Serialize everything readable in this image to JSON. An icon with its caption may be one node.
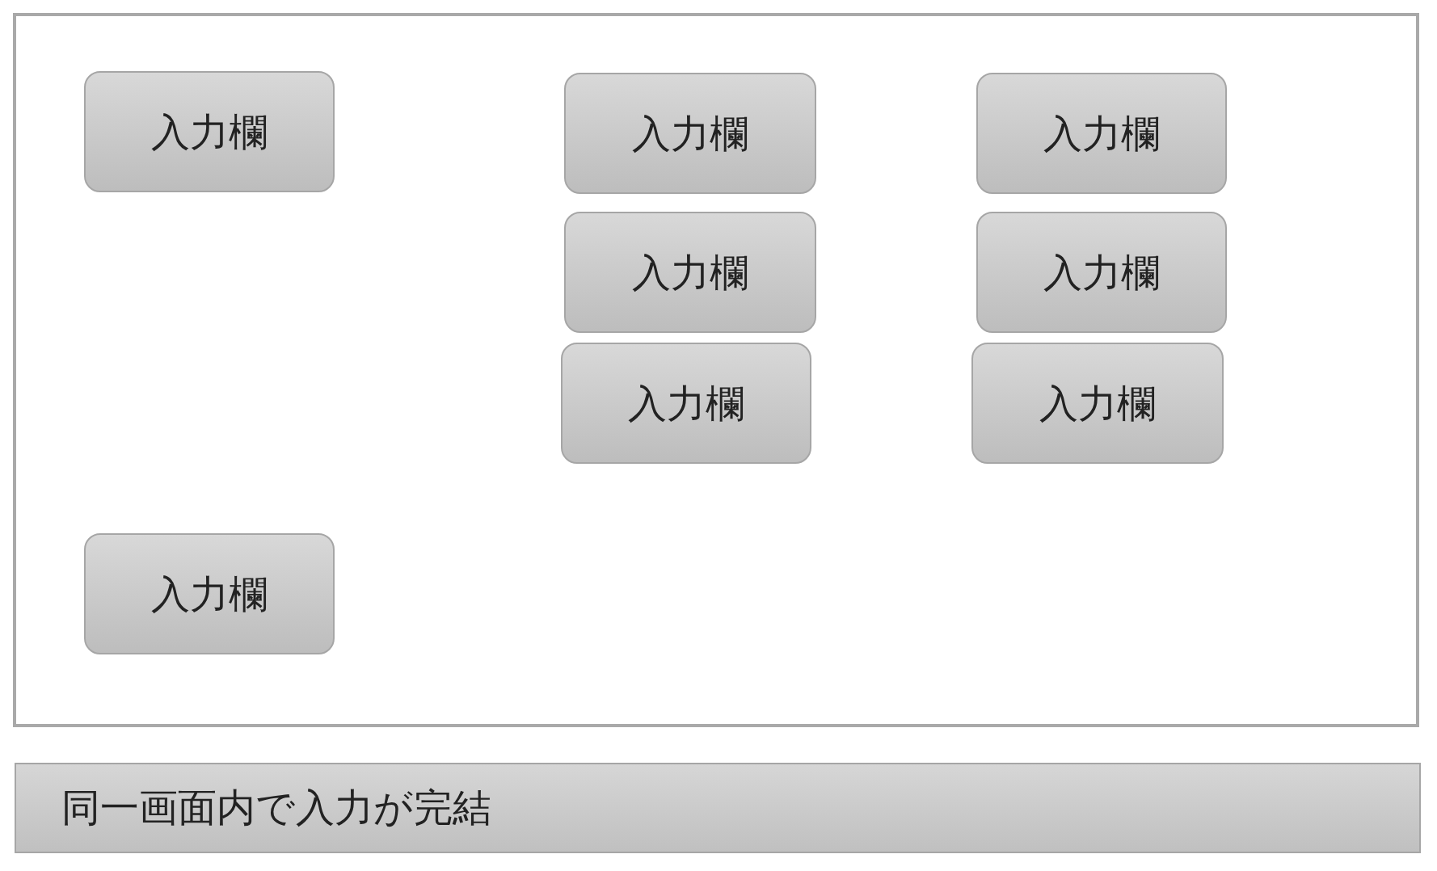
{
  "diagram": {
    "nodes": [
      {
        "text": [],
        "shape": "box"
      },
      {
        "text": [
          "入力欄"
        ],
        "in": 0
      },
      {
        "text": [
          "入力欄"
        ],
        "in": 0
      },
      {
        "text": [
          "入力欄"
        ],
        "in": 0
      },
      {
        "text": [
          "入力欄"
        ],
        "in": 0
      },
      {
        "text": [
          "入力欄"
        ],
        "in": 0
      },
      {
        "text": [
          "入力欄"
        ],
        "in": 0
      },
      {
        "text": [
          "入力欄"
        ],
        "in": 0
      },
      {
        "text": [
          "入力欄"
        ],
        "in": 0
      },
      {
        "text": [
          "同一画面内で入力が完結"
        ]
      }
    ]
  }
}
